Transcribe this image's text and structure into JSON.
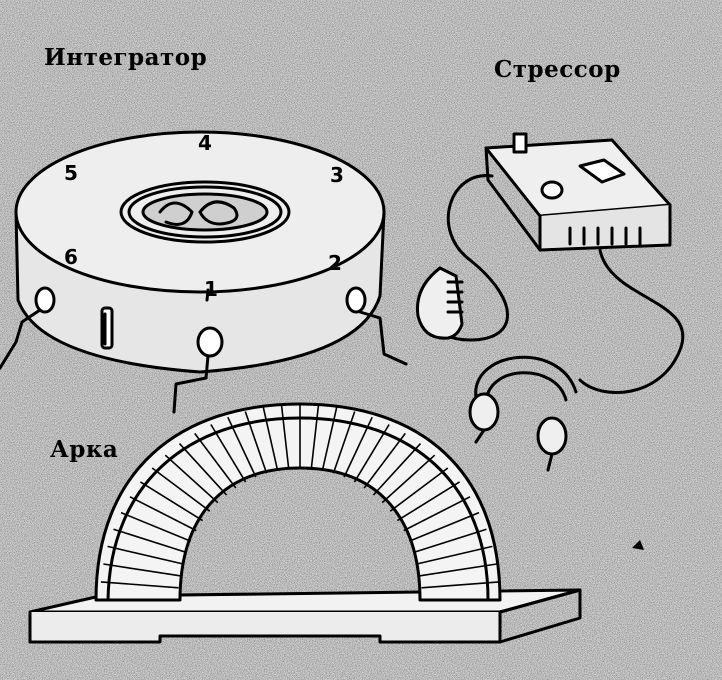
{
  "captions": {
    "integrator": "Интегратор",
    "stressor": "Стрессор",
    "arch": "Арка"
  },
  "integrator_dial": {
    "numbers": [
      "1",
      "2",
      "3",
      "4",
      "5",
      "6"
    ]
  },
  "colors": {
    "ink": "#000000",
    "paper": "#d9d9d9"
  },
  "icons": {
    "integrator": "integrator-drum-icon",
    "stressor": "stressor-box-icon",
    "arch": "brick-arch-icon",
    "headphones": "headphones-icon",
    "handgrip": "hand-grip-icon"
  }
}
